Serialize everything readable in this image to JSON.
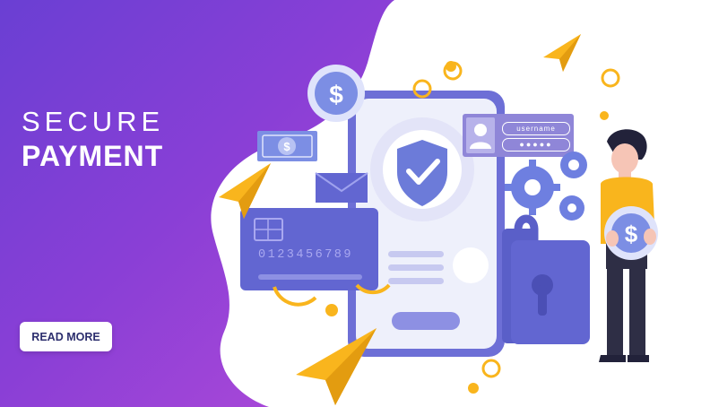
{
  "banner": {
    "headline_line1": "SECURE",
    "headline_line2": "PAYMENT",
    "read_more_label": "READ MORE"
  },
  "illustration": {
    "card_number": "0123456789",
    "login_username": "username",
    "login_password": "●●●●●",
    "currency_symbol": "$",
    "icons": [
      "dollar-coin-icon",
      "banknote-icon",
      "envelope-icon",
      "shield-check-icon",
      "credit-card-icon",
      "padlock-icon",
      "gear-icon",
      "paper-plane-icon",
      "user-avatar-icon"
    ]
  },
  "colors": {
    "background_start": "#6a3fd3",
    "background_end": "#c259dc",
    "accent_purple": "#6266d1",
    "accent_yellow": "#f9b51d",
    "shield_blue": "#6c7bd9",
    "text_dark": "#2c2e6e"
  }
}
